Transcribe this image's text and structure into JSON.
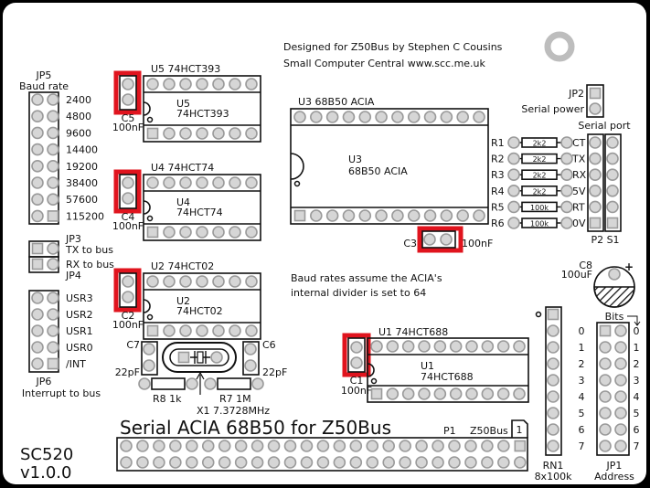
{
  "credits": {
    "line1": "Designed for Z50Bus by Stephen C Cousins",
    "line2": "Small Computer Central     www.scc.me.uk"
  },
  "board": {
    "title": "Serial ACIA 68B50 for Z50Bus",
    "name": "SC520",
    "version": "v1.0.0"
  },
  "jp5": {
    "ref": "JP5",
    "desc": "Baud rate",
    "rates": [
      "2400",
      "4800",
      "9600",
      "14400",
      "19200",
      "38400",
      "57600",
      "115200"
    ]
  },
  "jp3": {
    "ref": "JP3",
    "desc": "TX to bus"
  },
  "jp4": {
    "ref": "JP4",
    "desc": "RX to bus"
  },
  "jp6": {
    "ref": "JP6",
    "desc": "Interrupt to bus",
    "signals": [
      "USR3",
      "USR2",
      "USR1",
      "USR0",
      "/INT"
    ]
  },
  "u5": {
    "label": "U5   74HCT393",
    "ref": "U5",
    "part": "74HCT393"
  },
  "u4": {
    "label": "U4   74HCT74",
    "ref": "U4",
    "part": "74HCT74"
  },
  "u2": {
    "label": "U2   74HCT02",
    "ref": "U2",
    "part": "74HCT02"
  },
  "u3": {
    "label": "U3   68B50  ACIA",
    "ref": "U3",
    "part": "68B50  ACIA"
  },
  "u1": {
    "label": "U1   74HCT688",
    "ref": "U1",
    "part": "74HCT688"
  },
  "caps": {
    "c5": {
      "ref": "C5",
      "value": "100nF"
    },
    "c4": {
      "ref": "C4",
      "value": "100nF"
    },
    "c2": {
      "ref": "C2",
      "value": "100nF"
    },
    "c3": {
      "ref": "C3",
      "value": "100nF"
    },
    "c1": {
      "ref": "C1",
      "value": "100nF"
    },
    "c7": {
      "ref": "C7",
      "value": "22pF"
    },
    "c6": {
      "ref": "C6",
      "value": "22pF"
    },
    "c8": {
      "ref": "C8",
      "value": "100uF"
    }
  },
  "r8": {
    "label": "R8    1k"
  },
  "r7": {
    "label": "R7    1M"
  },
  "x1": {
    "label": "X1  7.3728MHz"
  },
  "resistors": [
    {
      "ref": "R1",
      "value": "2k2",
      "signal": "CT"
    },
    {
      "ref": "R2",
      "value": "2k2",
      "signal": "TX"
    },
    {
      "ref": "R3",
      "value": "2k2",
      "signal": "RX"
    },
    {
      "ref": "R4",
      "value": "2k2",
      "signal": "5V"
    },
    {
      "ref": "R5",
      "value": "100k",
      "signal": "RT"
    },
    {
      "ref": "R6",
      "value": "100k",
      "signal": "0V"
    }
  ],
  "jp2": {
    "ref": "JP2",
    "desc": "Serial power"
  },
  "serial_port": {
    "title": "Serial port",
    "refs": "P2  S1"
  },
  "note": {
    "line1": "Baud rates assume the ACIA's",
    "line2": "internal divider is set to 64"
  },
  "rn1": {
    "ref": "RN1",
    "value": "8x100k",
    "bits": [
      "0",
      "1",
      "2",
      "3",
      "4",
      "5",
      "6",
      "7"
    ]
  },
  "jp1": {
    "ref": "JP1",
    "desc": "Address",
    "title": "Bits",
    "bits": [
      "0",
      "1",
      "2",
      "3",
      "4",
      "5",
      "6",
      "7"
    ]
  },
  "p1": {
    "ref": "P1",
    "name": "Z50Bus",
    "pin1": "1"
  },
  "colors": {
    "highlight": "#e0141e",
    "board": "#ffffff",
    "pad": "#d6d6d6"
  }
}
